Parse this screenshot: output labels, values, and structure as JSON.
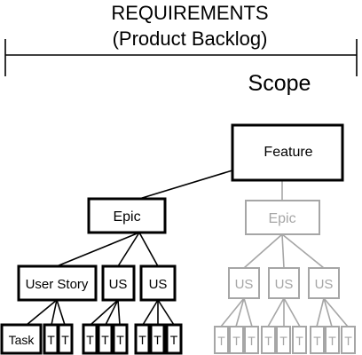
{
  "header": {
    "title": "REQUIREMENTS",
    "subtitle": "(Product Backlog)",
    "scope_label": "Scope"
  },
  "tree": {
    "feature": "Feature",
    "epic_active": "Epic",
    "epic_faded": "Epic",
    "user_story": "User Story",
    "us_label": "US",
    "task": "Task",
    "task_short": "T"
  },
  "colors": {
    "active": "#000000",
    "faded": "#a6a6a6"
  }
}
